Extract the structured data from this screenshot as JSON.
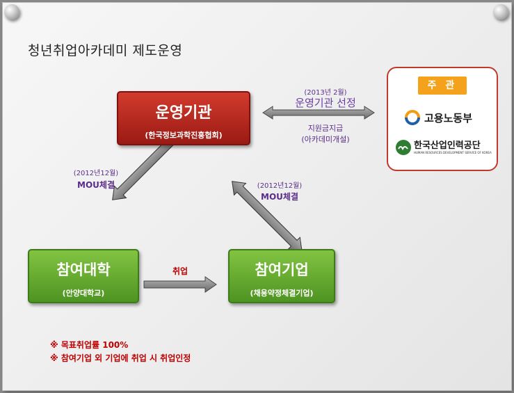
{
  "title": "청년취업아카데미 제도운영",
  "operator": {
    "name": "운영기관",
    "org": "(한국정보과학진흥협회)"
  },
  "university": {
    "name": "참여대학",
    "org": "(안양대학교)"
  },
  "company": {
    "name": "참여기업",
    "org": "(채용약정체결기업)"
  },
  "edge_left": {
    "date": "(2012년12월)",
    "label": "MOU체결"
  },
  "edge_right": {
    "date": "(2012년12월)",
    "label": "MOU체결"
  },
  "edge_bottom": {
    "label": "취업"
  },
  "edge_top": {
    "date": "(2013년 2월)",
    "label": "운영기관 선정",
    "sub1": "지원금지급",
    "sub2": "(아카데미개설)"
  },
  "sponsor": {
    "tag": "주 관",
    "org1": "고용노동부",
    "org2": "한국산업인력공단",
    "org2_sub": "HUMAN RESOURCES DEVELOPMENT SERVICE OF KOREA"
  },
  "notes": [
    "※ 목표취업률 100%",
    "※ 참여기업 외 기업에 취업 시 취업인정"
  ],
  "colors": {
    "red": "#b3261e",
    "green": "#5ea62c",
    "purple": "#5b2d8a",
    "orange": "#f4a11c"
  }
}
